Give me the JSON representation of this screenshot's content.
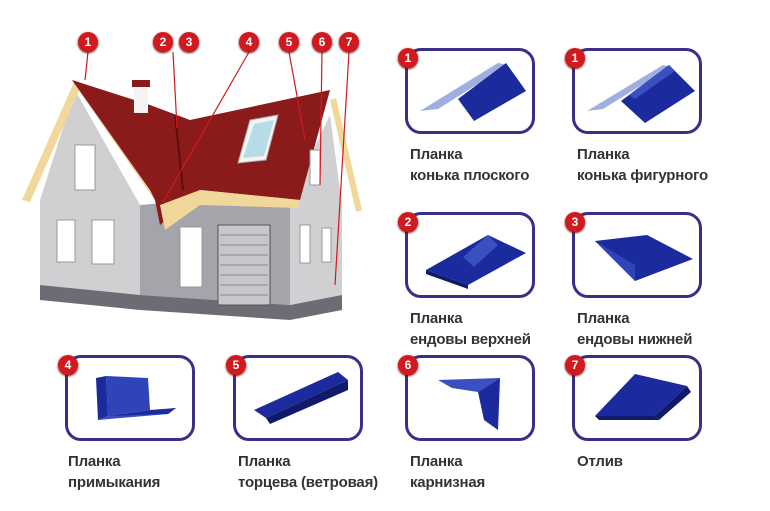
{
  "house": {
    "callouts": [
      "1",
      "2",
      "3",
      "4",
      "5",
      "6",
      "7"
    ]
  },
  "items": [
    {
      "number": "1",
      "line1": "Планка",
      "line2": "конька плоского",
      "icon": "flat-ridge-flashing"
    },
    {
      "number": "1",
      "line1": "Планка",
      "line2": "конька фигурного",
      "icon": "shaped-ridge-flashing"
    },
    {
      "number": "2",
      "line1": "Планка",
      "line2": "ендовы верхней",
      "icon": "upper-valley-flashing"
    },
    {
      "number": "3",
      "line1": "Планка",
      "line2": "ендовы нижней",
      "icon": "lower-valley-flashing"
    },
    {
      "number": "4",
      "line1": "Планка",
      "line2": "примыкания",
      "icon": "abutment-flashing"
    },
    {
      "number": "5",
      "line1": "Планка",
      "line2": "торцева (ветровая)",
      "icon": "gable-wind-flashing"
    },
    {
      "number": "6",
      "line1": "Планка",
      "line2": "карнизная",
      "icon": "eaves-flashing"
    },
    {
      "number": "7",
      "line1": "Отлив",
      "line2": "",
      "icon": "drip-flashing"
    }
  ],
  "colors": {
    "badge": "#d01a1f",
    "card_border": "#3a2f86",
    "metal": "#1b2a9c",
    "roof": "#8b1a1a"
  }
}
